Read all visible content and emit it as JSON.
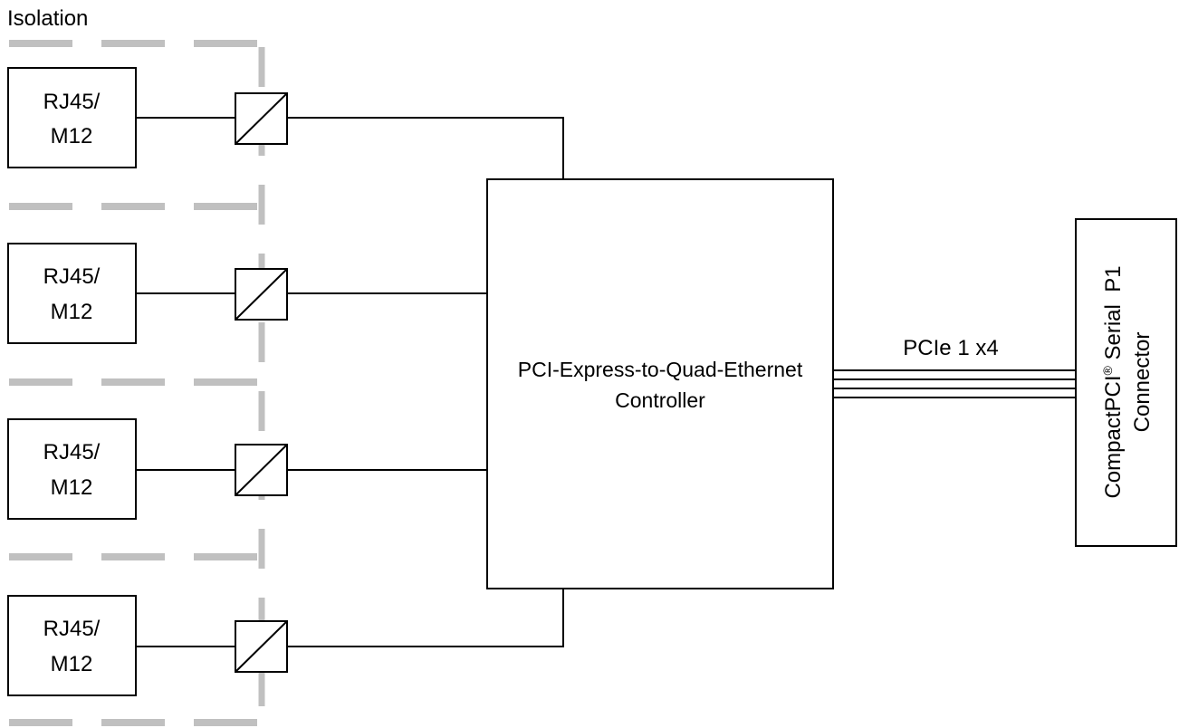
{
  "isolation_label": "Isolation",
  "ports": [
    {
      "line1": "RJ45/",
      "line2": "M12"
    },
    {
      "line1": "RJ45/",
      "line2": "M12"
    },
    {
      "line1": "RJ45/",
      "line2": "M12"
    },
    {
      "line1": "RJ45/",
      "line2": "M12"
    }
  ],
  "controller": {
    "line1": "PCI-Express-to-Quad-Ethernet",
    "line2": "Controller"
  },
  "bus_label": "PCIe 1 x4",
  "connector": {
    "line1_main": "CompactPCI",
    "line1_reg": "®",
    "line1_rest": " Serial  P1",
    "line2": "Connector"
  },
  "colors": {
    "isolation": "#c0c0c0",
    "lines": "#000000"
  }
}
